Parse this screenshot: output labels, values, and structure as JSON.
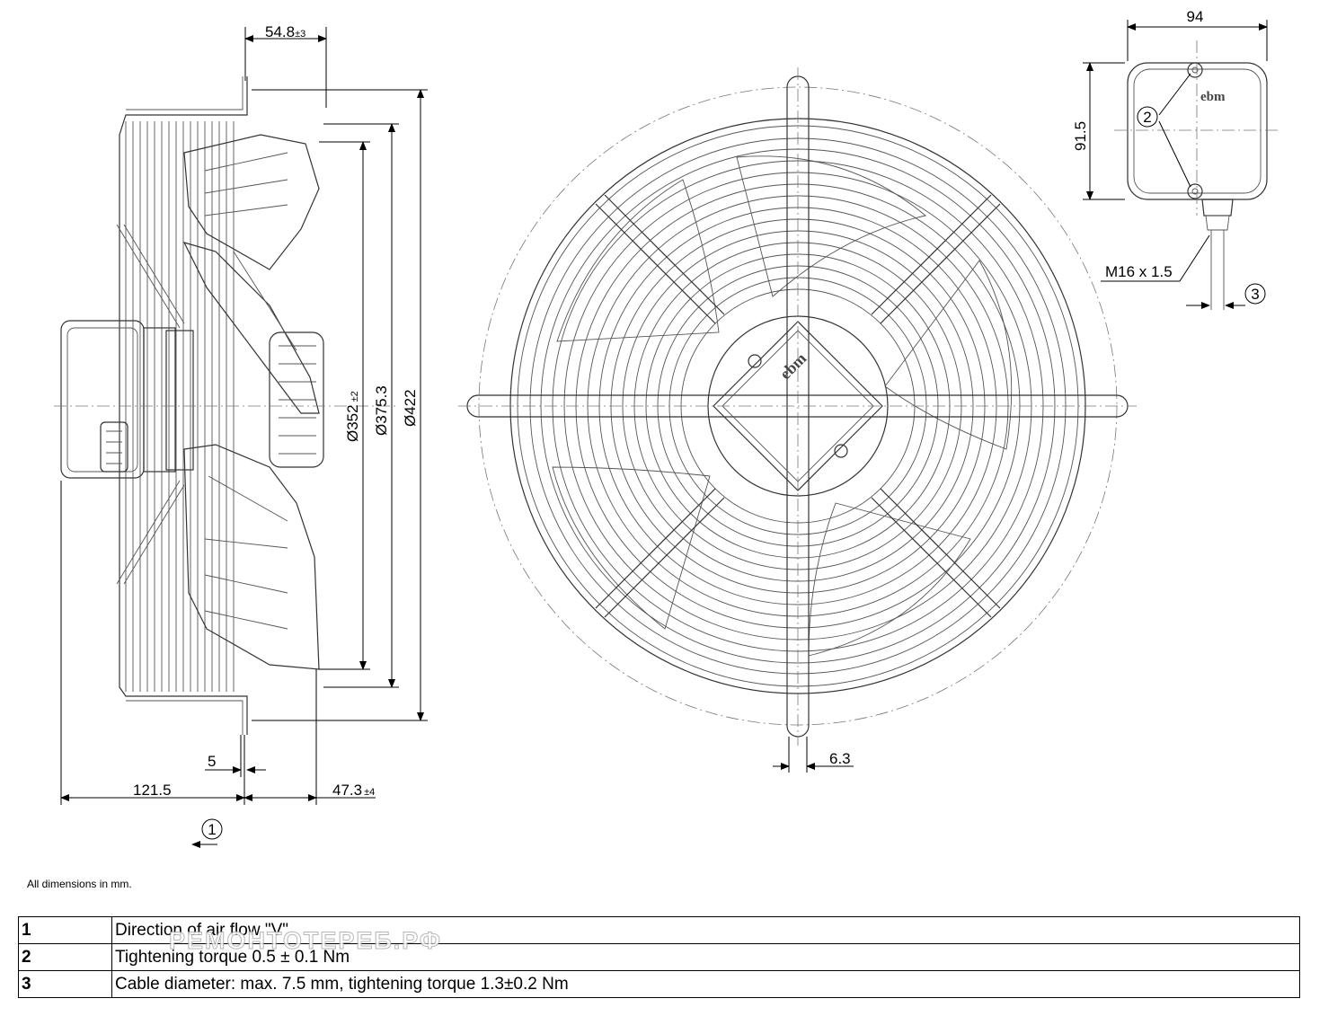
{
  "dimensions": {
    "side_offset": "54.8",
    "side_offset_tol": "±3",
    "blade_dia": "Ø352",
    "blade_dia_tol": "±2",
    "ring_dia": "Ø375.3",
    "guard_dia": "Ø422",
    "flange_gap": "5",
    "depth": "121.5",
    "front_depth": "47.3",
    "front_depth_tol": "±4",
    "rod_dia": "6.3",
    "box_width": "94",
    "box_height": "91.5",
    "cable_gland": "M16 x 1.5"
  },
  "callouts": {
    "airflow": "1",
    "torque": "2",
    "cable": "3"
  },
  "brand": "ebm",
  "note": "All dimensions in mm.",
  "legend": [
    {
      "num": "1",
      "text": "Direction of air flow \"V\""
    },
    {
      "num": "2",
      "text": "Tightening torque 0.5 ± 0.1 Nm"
    },
    {
      "num": "3",
      "text": "Cable diameter: max. 7.5 mm, tightening torque 1.3±0.2 Nm"
    }
  ],
  "watermark": "РЕМОНТОТЕРЕБ.РФ"
}
